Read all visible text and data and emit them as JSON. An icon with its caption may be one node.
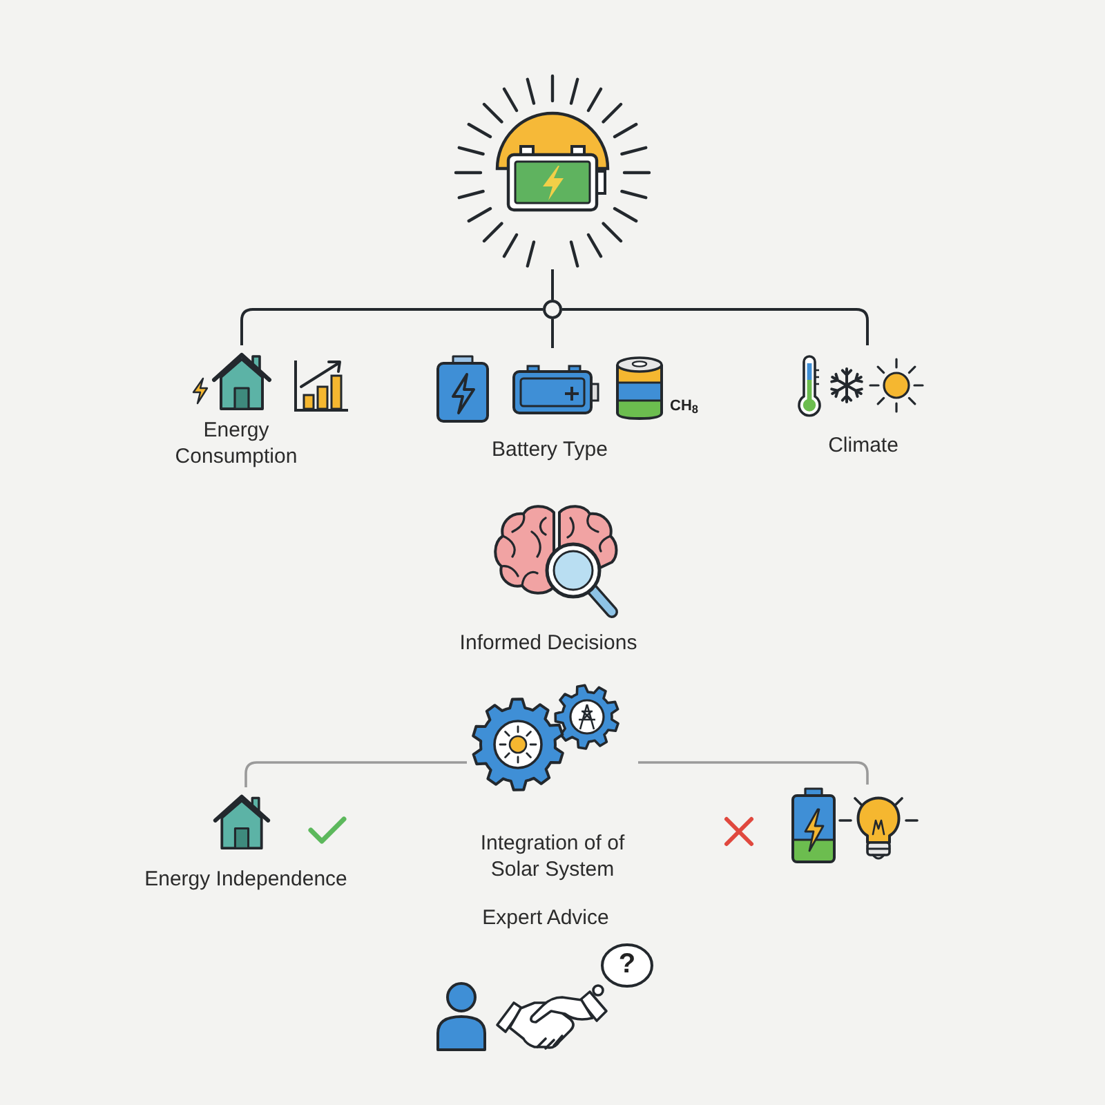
{
  "diagram": {
    "nodes": [
      {
        "text": [],
        "shape": "picture"
      },
      {
        "text": [],
        "shape": "circle"
      },
      {
        "text": [
          "Energy Consumption"
        ]
      },
      {
        "text": [
          "Battery Type"
        ],
        "beside": [
          "CH$_{8}$"
        ]
      },
      {
        "text": [
          "Climate"
        ]
      },
      {
        "text": [
          "Informed Decisions"
        ]
      },
      {
        "text": [
          "Integration of of Solar System"
        ]
      },
      {
        "text": [
          "Energy Independence"
        ]
      },
      {
        "text": [],
        "shape": "picture"
      },
      {
        "text": [
          "Expert Advice",
          "?"
        ]
      }
    ],
    "edges": [
      {
        "from": 0,
        "to": 1,
        "arrow": "none"
      },
      {
        "from": 1,
        "to": 2,
        "arrow": "none"
      },
      {
        "from": 1,
        "to": 3,
        "arrow": "none"
      },
      {
        "from": 1,
        "to": 4,
        "arrow": "none"
      },
      {
        "from": 6,
        "to": 7,
        "arrow": "none",
        "color": "#9a9a9a"
      },
      {
        "from": 6,
        "to": 8,
        "arrow": "none",
        "color": "#9a9a9a"
      }
    ]
  }
}
